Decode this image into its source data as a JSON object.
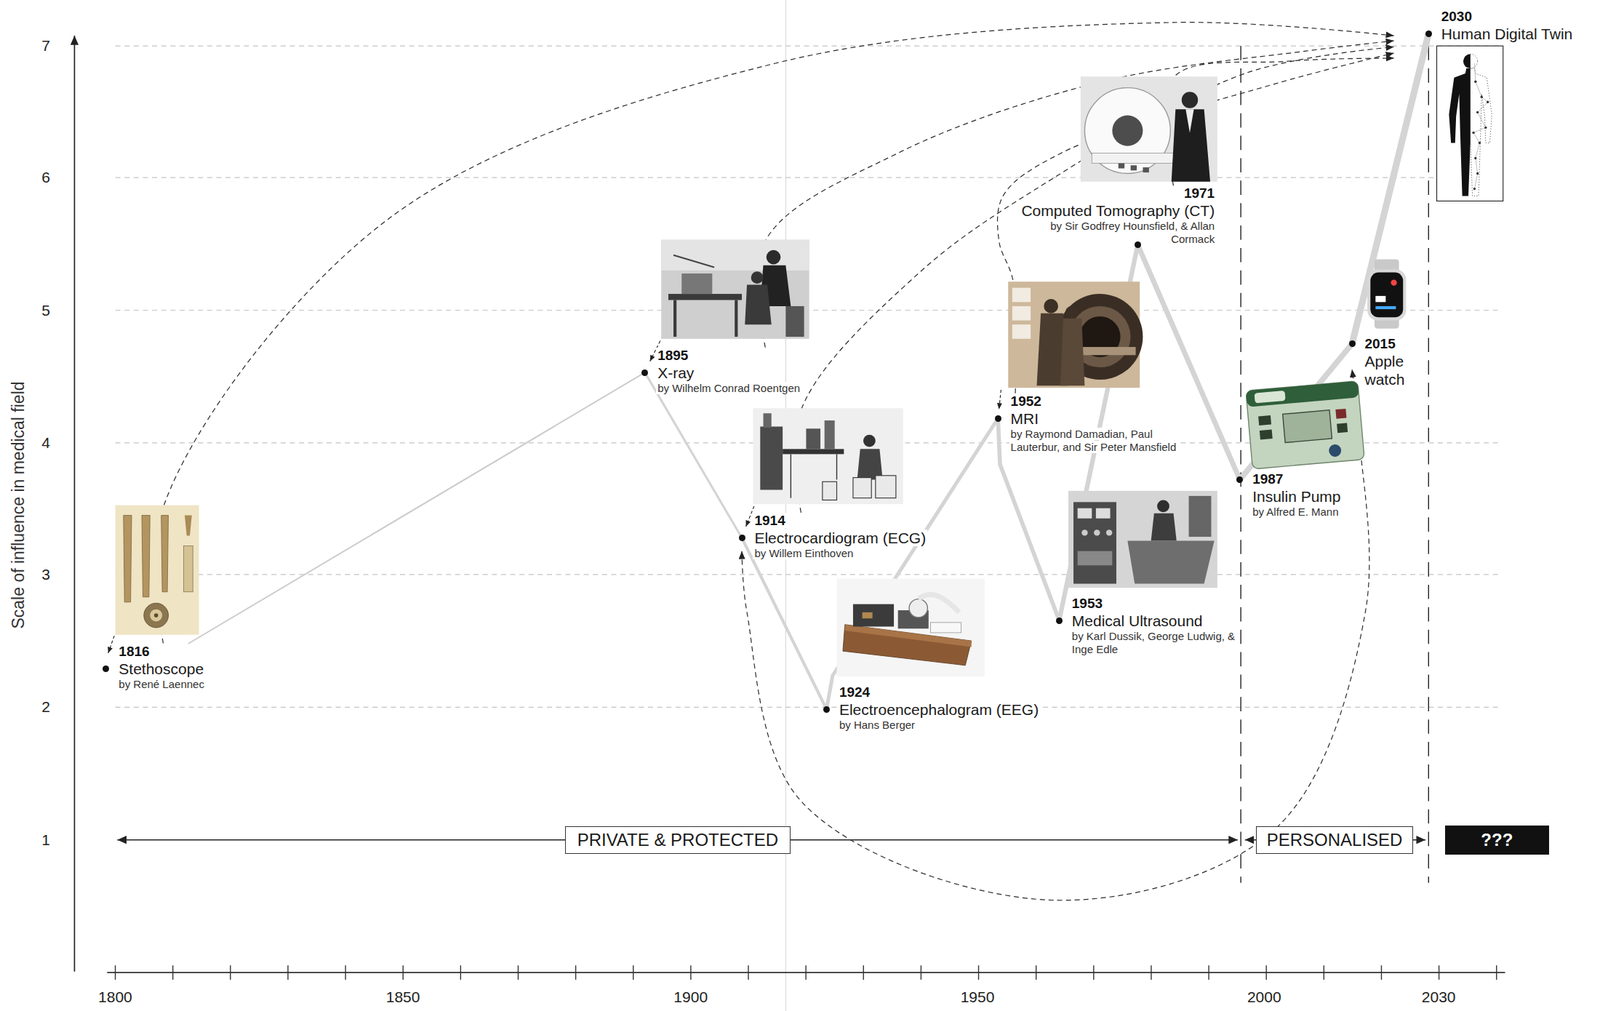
{
  "diagram": {
    "nodes": [
      {
        "text": [
          "1816",
          "Stethoscope",
          "by René Laennec"
        ]
      },
      {
        "text": [
          "1895",
          "X-ray",
          "by Wilhelm Conrad Roentgen"
        ]
      },
      {
        "text": [
          "1914",
          "Electrocardiogram (ECG)",
          "by Willem Einthoven"
        ]
      },
      {
        "text": [
          "1924",
          "Electroencephalogram (EEG)",
          "by Hans Berger"
        ]
      },
      {
        "text": [
          "1952",
          "MRI",
          "by Raymond Damadian, Paul Lauterbur, and Sir Peter Mansfield"
        ]
      },
      {
        "text": [
          "1953",
          "Medical Ultrasound",
          "by Karl Dussik, George Ludwig, & Inge Edle"
        ]
      },
      {
        "text": [
          "1971",
          "Computed Tomography (CT)",
          "by Sir Godfrey Hounsfield, & Allan Cormack"
        ]
      },
      {
        "text": [
          "1987",
          "Insulin Pump",
          "by Alfred E. Mann"
        ]
      },
      {
        "text": [
          "2015",
          "Apple watch"
        ]
      },
      {
        "text": [
          "2030",
          "Human Digital Twin"
        ]
      },
      {
        "text": [
          "PRIVATE & PROTECTED"
        ]
      },
      {
        "text": [
          "PERSONALISED"
        ]
      },
      {
        "text": [
          "???"
        ]
      }
    ],
    "edges": [
      {
        "from": 0,
        "to": 1,
        "arrow": "none"
      },
      {
        "from": 1,
        "to": 2,
        "arrow": "none"
      },
      {
        "from": 2,
        "to": 3,
        "arrow": "none"
      },
      {
        "from": 3,
        "to": 4,
        "arrow": "none"
      },
      {
        "from": 4,
        "to": 5,
        "arrow": "none"
      },
      {
        "from": 5,
        "to": 6,
        "arrow": "none"
      },
      {
        "from": 6,
        "to": 7,
        "arrow": "none"
      },
      {
        "from": 7,
        "to": 8,
        "arrow": "none"
      },
      {
        "from": 8,
        "to": 9,
        "arrow": "none"
      },
      {
        "from": 0,
        "to": 9,
        "arrow": "to"
      },
      {
        "from": 1,
        "to": 9,
        "arrow": "to"
      },
      {
        "from": 2,
        "to": 9,
        "arrow": "to"
      },
      {
        "from": 4,
        "to": 9,
        "arrow": "to"
      },
      {
        "from": 6,
        "to": 9,
        "arrow": "to"
      },
      {
        "from": 2,
        "to": 8,
        "arrow": "both"
      }
    ],
    "labels": [
      "Scale of influence in medical field",
      "7",
      "6",
      "5",
      "4",
      "3",
      "2",
      "1",
      "1800",
      "1850",
      "1900",
      "1950",
      "2000",
      "2030"
    ]
  }
}
